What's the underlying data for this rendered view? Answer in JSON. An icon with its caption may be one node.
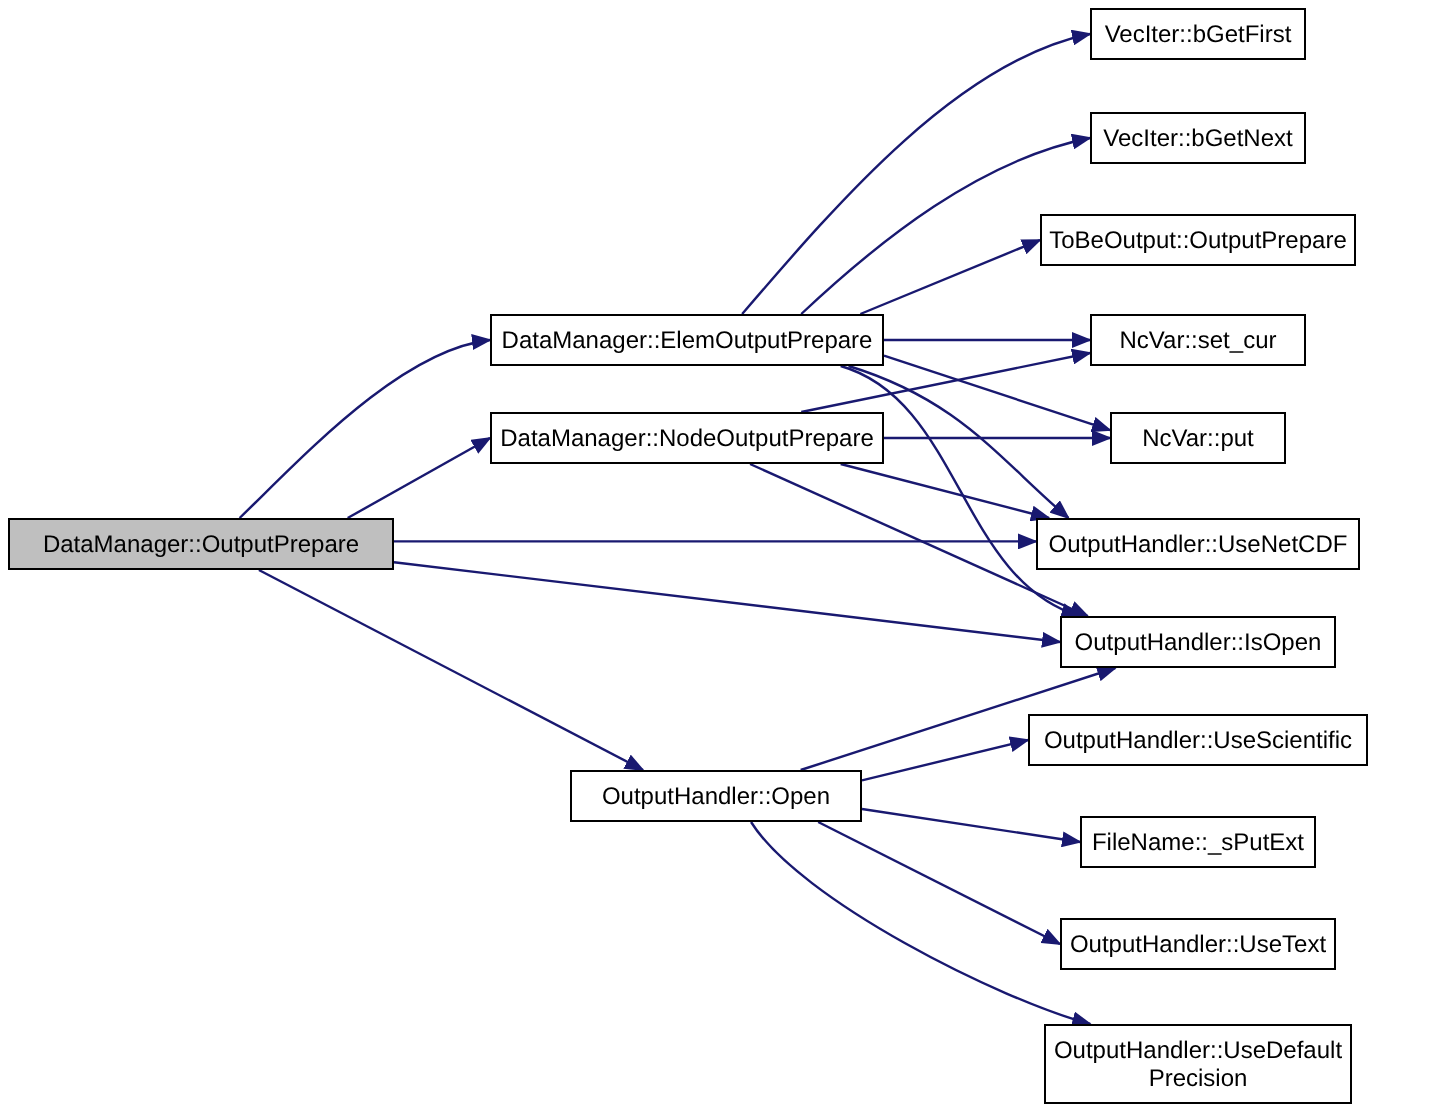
{
  "diagram": {
    "nodes": [
      {
        "text": [
          "DataManager::OutputPrepare"
        ]
      },
      {
        "text": [
          "DataManager::ElemOutputPrepare"
        ]
      },
      {
        "text": [
          "DataManager::NodeOutputPrepare"
        ]
      },
      {
        "text": [
          "OutputHandler::Open"
        ]
      },
      {
        "text": [
          "VecIter::bGetFirst"
        ]
      },
      {
        "text": [
          "VecIter::bGetNext"
        ]
      },
      {
        "text": [
          "ToBeOutput::OutputPrepare"
        ]
      },
      {
        "text": [
          "NcVar::set_cur"
        ]
      },
      {
        "text": [
          "NcVar::put"
        ]
      },
      {
        "text": [
          "OutputHandler::UseNetCDF"
        ]
      },
      {
        "text": [
          "OutputHandler::IsOpen"
        ]
      },
      {
        "text": [
          "OutputHandler::UseScientific"
        ]
      },
      {
        "text": [
          "FileName::_sPutExt"
        ]
      },
      {
        "text": [
          "OutputHandler::UseText"
        ]
      },
      {
        "text": [
          "OutputHandler::UseDefault Precision"
        ]
      }
    ],
    "edges": [
      {
        "from": 0,
        "to": 1,
        "arrow": "to"
      },
      {
        "from": 0,
        "to": 2,
        "arrow": "to"
      },
      {
        "from": 0,
        "to": 9,
        "arrow": "to"
      },
      {
        "from": 0,
        "to": 10,
        "arrow": "to"
      },
      {
        "from": 0,
        "to": 3,
        "arrow": "to"
      },
      {
        "from": 1,
        "to": 4,
        "arrow": "to"
      },
      {
        "from": 1,
        "to": 5,
        "arrow": "to"
      },
      {
        "from": 1,
        "to": 6,
        "arrow": "to"
      },
      {
        "from": 1,
        "to": 7,
        "arrow": "to"
      },
      {
        "from": 1,
        "to": 8,
        "arrow": "to"
      },
      {
        "from": 1,
        "to": 9,
        "arrow": "to"
      },
      {
        "from": 1,
        "to": 10,
        "arrow": "to"
      },
      {
        "from": 2,
        "to": 7,
        "arrow": "to"
      },
      {
        "from": 2,
        "to": 8,
        "arrow": "to"
      },
      {
        "from": 2,
        "to": 9,
        "arrow": "to"
      },
      {
        "from": 2,
        "to": 10,
        "arrow": "to"
      },
      {
        "from": 3,
        "to": 10,
        "arrow": "to"
      },
      {
        "from": 3,
        "to": 11,
        "arrow": "to"
      },
      {
        "from": 3,
        "to": 12,
        "arrow": "to"
      },
      {
        "from": 3,
        "to": 13,
        "arrow": "to"
      },
      {
        "from": 3,
        "to": 14,
        "arrow": "to"
      }
    ]
  }
}
